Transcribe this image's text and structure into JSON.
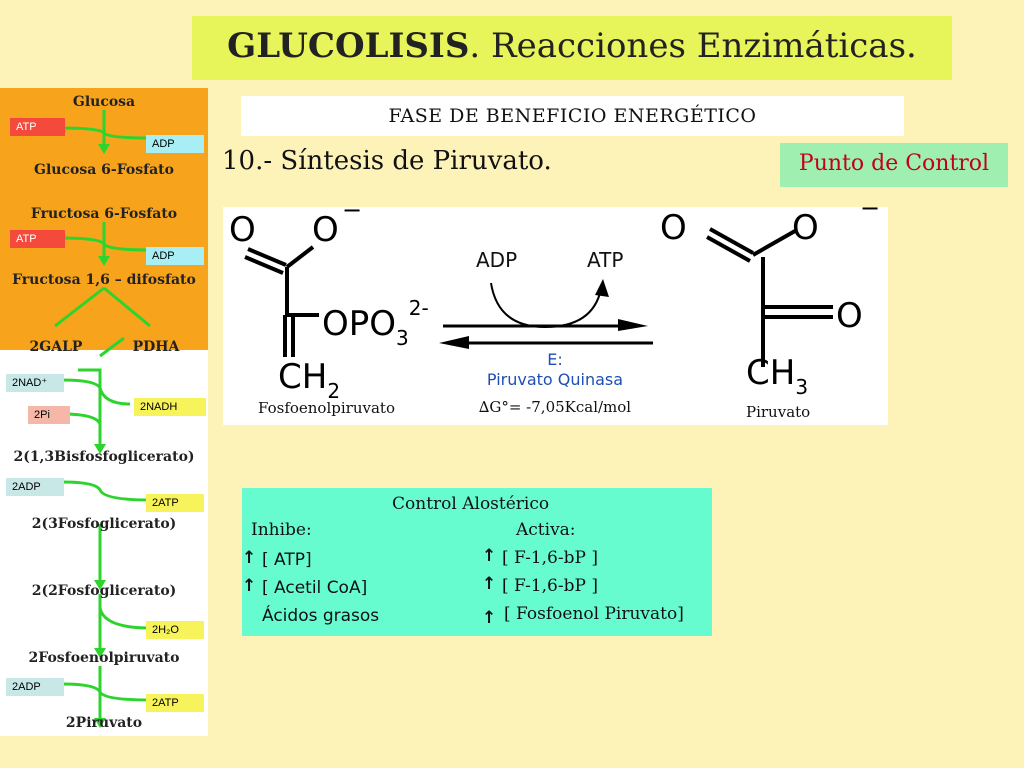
{
  "title": {
    "main": "GLUCOLISIS",
    "sub": ". Reacciones Enzimáticas."
  },
  "phase": "FASE DE BENEFICIO ENERGÉTICO",
  "step_title": "10.- Síntesis de Piruvato.",
  "control_point": "Punto de Control",
  "pathway": {
    "metabolites": [
      "Glucosa",
      "Glucosa 6-Fosfato",
      "Fructosa 6-Fosfato",
      "Fructosa 1,6 – difosfato",
      "2GALP",
      "PDHA",
      "2(1,3Bisfosfoglicerato)",
      "2(3Fosfoglicerato)",
      "2(2Fosfoglicerato)",
      "2Fosfoenolpiruvato",
      "2Piruvato"
    ],
    "tags": [
      "ATP",
      "ADP",
      "ATP",
      "ADP",
      "2NAD⁺",
      "2Pi",
      "2NADH",
      "2ADP",
      "2ATP",
      "2H₂O",
      "2ADP",
      "2ATP"
    ]
  },
  "reaction": {
    "substrate_label": "Fosfoenolpiruvato",
    "product_label": "Piruvato",
    "cofactor_in": "ADP",
    "cofactor_out": "ATP",
    "enzyme_prefix": "E:",
    "enzyme": "Piruvato Quinasa",
    "delta_g": "∆G°= -7,05Kcal/mol",
    "substrate_formula": {
      "o1": "O",
      "o2": "O",
      "minus": "−",
      "po3": "OPO",
      "sub3": "3",
      "charge": "2-",
      "ch2": "CH",
      "sub2": "2"
    },
    "product_formula": {
      "o1": "O",
      "o2": "O",
      "minus": "−",
      "o3": "O",
      "ch3": "CH",
      "sub3": "3"
    }
  },
  "allosteric": {
    "title": "Control Alostérico",
    "inhibe_label": "Inhibe:",
    "activa_label": "Activa:",
    "inhibe": [
      "[ ATP]",
      "[ Acetil CoA]",
      "Ácidos grasos"
    ],
    "activa": [
      "[ F-1,6-bP ]",
      "[ F-1,6-bP ]",
      "[ Fosfoenol Piruvato]"
    ]
  }
}
